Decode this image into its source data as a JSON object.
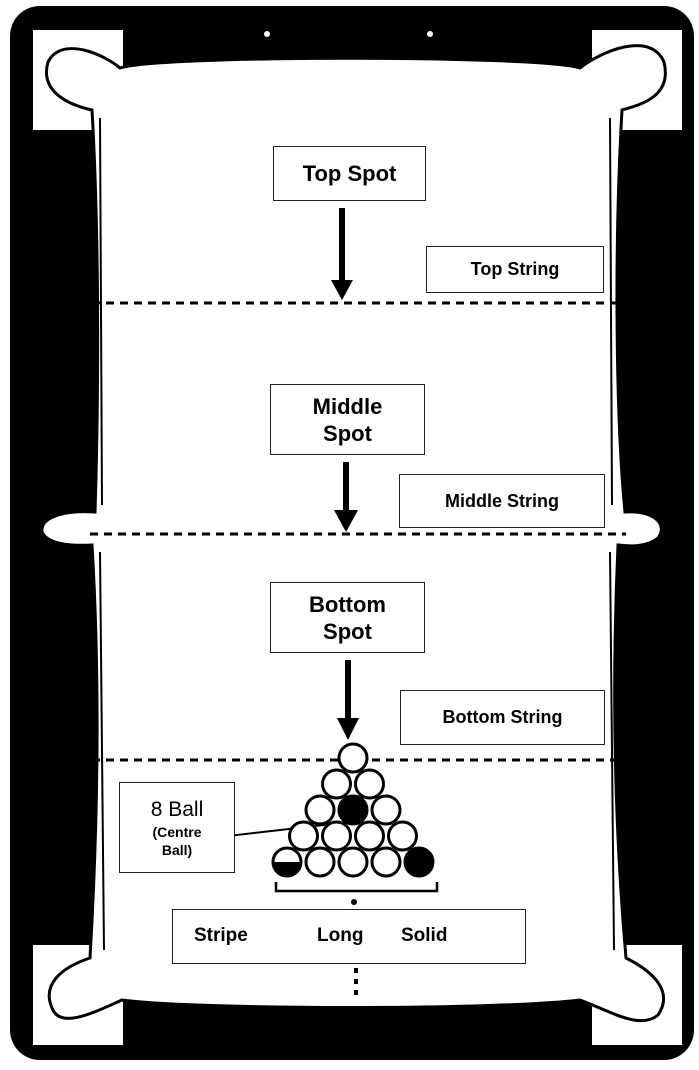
{
  "labels": {
    "top_spot": "Top Spot",
    "top_string": "Top String",
    "middle_spot_line1": "Middle",
    "middle_spot_line2": "Spot",
    "middle_string": "Middle String",
    "bottom_spot_line1": "Bottom",
    "bottom_spot_line2": "Spot",
    "bottom_string": "Bottom String",
    "eight_ball": "8 Ball",
    "centre_line1": "(Centre",
    "centre_line2": "Ball)",
    "stripe": "Stripe",
    "long": "Long",
    "solid": "Solid"
  },
  "rack": {
    "rows": 5,
    "eight_ball_position": "centre",
    "black_corner": "right"
  },
  "colors": {
    "table_frame": "#000000",
    "cloth": "#ffffff",
    "line": "#000000"
  }
}
